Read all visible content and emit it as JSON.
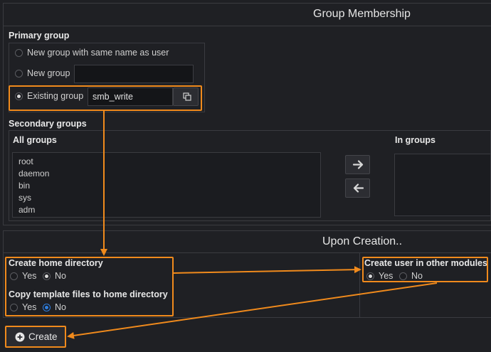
{
  "group_membership": {
    "title": "Group Membership",
    "primary_group": {
      "label": "Primary group",
      "options": {
        "same_name": "New group with same name as user",
        "new_group": "New group",
        "existing_group": "Existing group"
      },
      "new_group_value": "",
      "existing_group_value": "smb_write",
      "selected": "existing_group"
    },
    "secondary_groups": {
      "label": "Secondary groups",
      "all_groups_label": "All groups",
      "in_groups_label": "In groups",
      "all_groups": [
        "root",
        "daemon",
        "bin",
        "sys",
        "adm"
      ],
      "in_groups": []
    }
  },
  "upon_creation": {
    "title": "Upon Creation..",
    "create_home": {
      "label": "Create home directory",
      "yes": "Yes",
      "no": "No",
      "selected": "No"
    },
    "copy_template": {
      "label": "Copy template files to home directory",
      "yes": "Yes",
      "no": "No",
      "selected": "No"
    },
    "other_modules": {
      "label": "Create user in other modules",
      "yes": "Yes",
      "no": "No",
      "selected": "Yes"
    }
  },
  "actions": {
    "create_label": "Create"
  },
  "colors": {
    "highlight": "#f08a1c",
    "accent_blue": "#2f7fe0",
    "background": "#1f2024"
  }
}
